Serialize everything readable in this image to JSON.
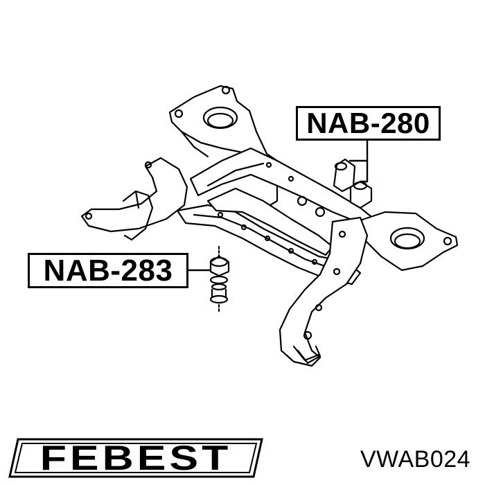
{
  "callouts": {
    "upper": {
      "label": "NAB-280"
    },
    "lower": {
      "label": "NAB-283"
    }
  },
  "brand": {
    "name": "FEBEST"
  },
  "part": {
    "code": "VWAB024"
  },
  "colors": {
    "ink": "#000000",
    "paper": "#ffffff"
  }
}
